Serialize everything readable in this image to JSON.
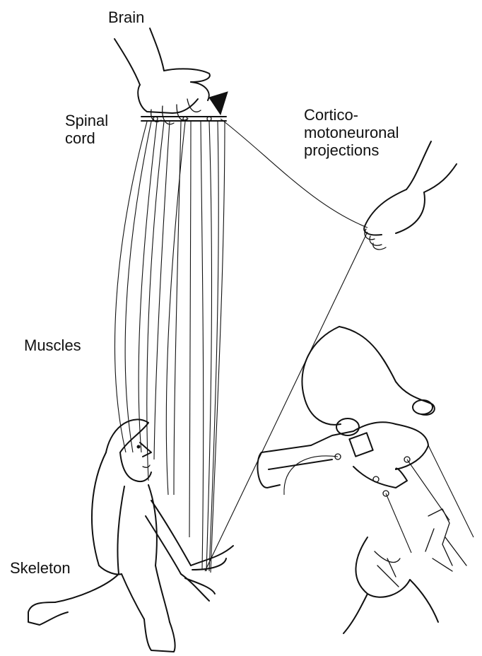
{
  "labels": {
    "brain": "Brain",
    "spinal_cord_line1": "Spinal",
    "spinal_cord_line2": "cord",
    "cm_line1": "Cortico-",
    "cm_line2": "motoneuronal",
    "cm_line3": "projections",
    "muscles": "Muscles",
    "skeleton": "Skeleton"
  },
  "colors": {
    "ink": "#111111",
    "background": "#ffffff"
  }
}
